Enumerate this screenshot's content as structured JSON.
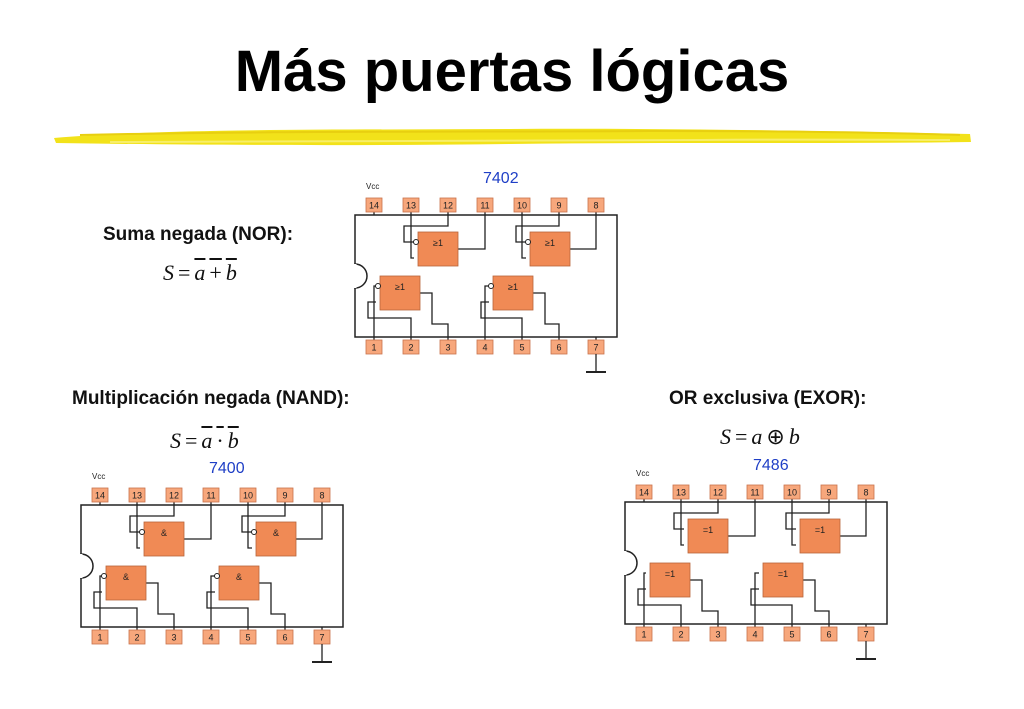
{
  "title": "Más puertas lógicas",
  "colors": {
    "pin": "#f7a77c",
    "gate": "#f08a55",
    "partno": "#1f3fc6",
    "brush": "#f2e21a"
  },
  "sections": {
    "nor": {
      "label": "Suma negada (NOR):",
      "formula": {
        "lhs": "S",
        "eq": "=",
        "a": "a",
        "op": "+",
        "b": "b"
      }
    },
    "nand": {
      "label": "Multiplicación negada (NAND):",
      "formula": {
        "lhs": "S",
        "eq": "=",
        "a": "a",
        "op": "·",
        "b": "b"
      }
    },
    "exor": {
      "label": "OR exclusiva (EXOR):",
      "formula": {
        "lhs": "S",
        "eq": "=",
        "a": "a",
        "op": "⊕",
        "b": "b"
      }
    }
  },
  "chips": [
    {
      "id": "nor",
      "part": "7402",
      "vcc": "Vcc",
      "gate_symbol": "≥1",
      "negated_outputs": true,
      "top_pins": [
        "14",
        "13",
        "12",
        "11",
        "10",
        "9",
        "8"
      ],
      "bottom_pins": [
        "1",
        "2",
        "3",
        "4",
        "5",
        "6",
        "7"
      ]
    },
    {
      "id": "nand",
      "part": "7400",
      "vcc": "Vcc",
      "gate_symbol": "&",
      "negated_outputs": true,
      "top_pins": [
        "14",
        "13",
        "12",
        "11",
        "10",
        "9",
        "8"
      ],
      "bottom_pins": [
        "1",
        "2",
        "3",
        "4",
        "5",
        "6",
        "7"
      ]
    },
    {
      "id": "exor",
      "part": "7486",
      "vcc": "Vcc",
      "gate_symbol": "=1",
      "negated_outputs": false,
      "top_pins": [
        "14",
        "13",
        "12",
        "11",
        "10",
        "9",
        "8"
      ],
      "bottom_pins": [
        "1",
        "2",
        "3",
        "4",
        "5",
        "6",
        "7"
      ]
    }
  ]
}
